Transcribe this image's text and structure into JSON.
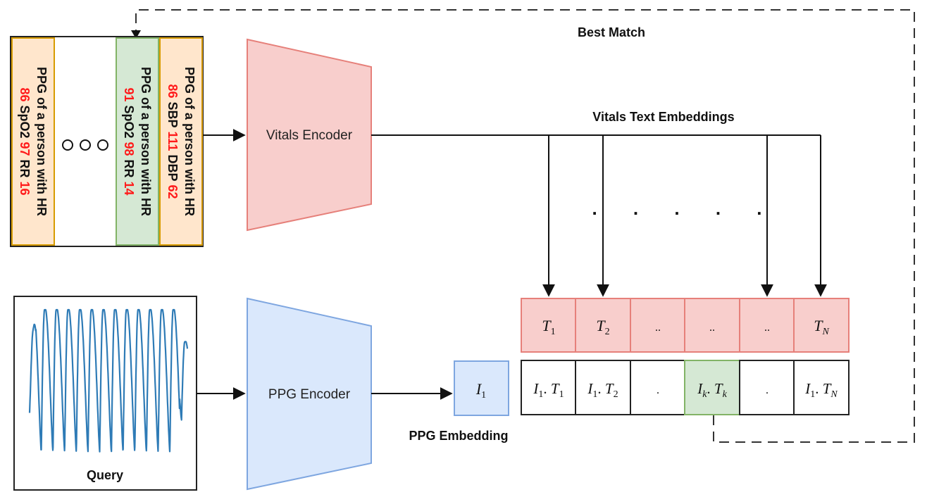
{
  "labels": {
    "best_match": "Best Match",
    "vitals_text_embeddings": "Vitals Text Embeddings",
    "ppg_embedding": "PPG  Embedding",
    "query": "Query"
  },
  "encoders": {
    "vitals": "Vitals Encoder",
    "ppg": "PPG Encoder"
  },
  "cards": [
    {
      "line1": "PPG of a person with HR",
      "line2": [
        {
          "t": "86",
          "red": true
        },
        {
          "t": " SpO2 ",
          "red": false
        },
        {
          "t": "97",
          "red": true
        },
        {
          "t": " RR ",
          "red": false
        },
        {
          "t": "16",
          "red": true
        }
      ]
    },
    {
      "line1": "PPG of a person with HR",
      "line2": [
        {
          "t": "91",
          "red": true
        },
        {
          "t": " SpO2 ",
          "red": false
        },
        {
          "t": "98",
          "red": true
        },
        {
          "t": " RR ",
          "red": false
        },
        {
          "t": "14",
          "red": true
        }
      ]
    },
    {
      "line1": "PPG of a person with HR",
      "line2": [
        {
          "t": "86",
          "red": true
        },
        {
          "t": " SBP ",
          "red": false
        },
        {
          "t": "111",
          "red": true
        },
        {
          "t": " DBP ",
          "red": false
        },
        {
          "t": "62",
          "red": true
        }
      ]
    }
  ],
  "text_embedding_cells": [
    {
      "base": "T",
      "sub": "1"
    },
    {
      "base": "T",
      "sub": "2"
    },
    {
      "base": "..",
      "sub": ""
    },
    {
      "base": "..",
      "sub": ""
    },
    {
      "base": "..",
      "sub": ""
    },
    {
      "base": "T",
      "sub": "N"
    }
  ],
  "similarity_cells": [
    {
      "a": "I",
      "as": "1",
      "b": "T",
      "bs": "1"
    },
    {
      "a": "I",
      "as": "1",
      "b": "T",
      "bs": "2"
    },
    {
      "dot": "."
    },
    {
      "a": "I",
      "as": "k",
      "b": "T",
      "bs": "k"
    },
    {
      "dot": "."
    },
    {
      "a": "I",
      "as": "1",
      "b": "T",
      "bs": "N"
    }
  ],
  "ppg_embedding_cell": {
    "base": "I",
    "sub": "1"
  },
  "ellipsis_dots": ". . . . .",
  "colors": {
    "card_orange": "#ffe6cc",
    "card_orange_border": "#d79b00",
    "card_green": "#d5e8d4",
    "card_green_border": "#82b366",
    "vitals_fill": "#f8cecc",
    "vitals_border": "#e6807a",
    "ppg_fill": "#dae8fc",
    "ppg_border": "#7ea6e0",
    "signal": "#2e7bb6",
    "value_red": "#ff1a1a"
  }
}
